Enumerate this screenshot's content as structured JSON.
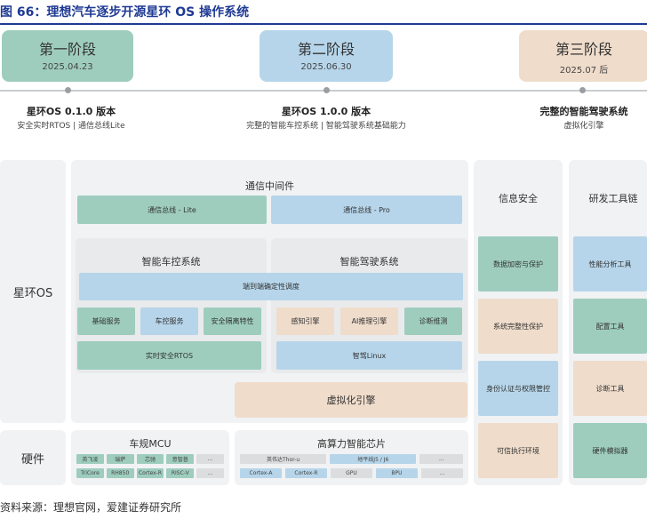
{
  "title": "图 66：理想汽车逐步开源星环 OS 操作系统",
  "stages": [
    {
      "name": "第一阶段",
      "date": "2025.04.23",
      "version": "星环OS 0.1.0 版本",
      "desc": "安全实时RTOS | 通信总线Lite",
      "color": "#9ecdbe"
    },
    {
      "name": "第二阶段",
      "date": "2025.06.30",
      "version": "星环OS 1.0.0 版本",
      "desc": "完整的智能车控系统 | 智能驾驶系统基础能力",
      "color": "#b6d5ea"
    },
    {
      "name": "第三阶段",
      "date": "2025.07 后",
      "version": "完整的智能驾驶系统",
      "desc": "虚拟化引擎",
      "color": "#efdccb"
    }
  ],
  "arch": {
    "os_label": "星环OS",
    "hw_label": "硬件",
    "middleware": {
      "title": "通信中间件",
      "lite": "通信总线 - Lite",
      "pro": "通信总线 - Pro"
    },
    "vehicle": {
      "title": "智能车控系统",
      "sched": "端到端确定性调度",
      "basic": "基础服务",
      "ctrl": "车控服务",
      "isolation": "安全隔离特性",
      "rtos": "实时安全RTOS"
    },
    "driving": {
      "title": "智能驾驶系统",
      "perception": "感知引擎",
      "ai": "AI推理引擎",
      "diag": "诊断维测",
      "linux": "智驾Linux"
    },
    "virt": "虚拟化引擎",
    "security": {
      "title": "信息安全",
      "items": [
        "数据加密与保护",
        "系统完整性保护",
        "身份认证与权限管控",
        "可信执行环境"
      ]
    },
    "tools": {
      "title": "研发工具链",
      "items": [
        "性能分析工具",
        "配置工具",
        "诊断工具",
        "硬件模拟器"
      ]
    },
    "mcu": {
      "title": "车规MCU",
      "row1": [
        "英飞凌",
        "瑞萨",
        "芯驰",
        "意智普",
        "..."
      ],
      "row2": [
        "TriCore",
        "RH850",
        "Cortex-R",
        "RISC-V",
        "..."
      ]
    },
    "soc": {
      "title": "高算力智能芯片",
      "row1": [
        "英伟达Thor-u",
        "地平线J5 / J6",
        "..."
      ],
      "row2": [
        "Cortex-A",
        "Cortex-R",
        "GPU",
        "BPU",
        "..."
      ]
    }
  },
  "source": "资料来源：理想官网，爱建证券研究所"
}
